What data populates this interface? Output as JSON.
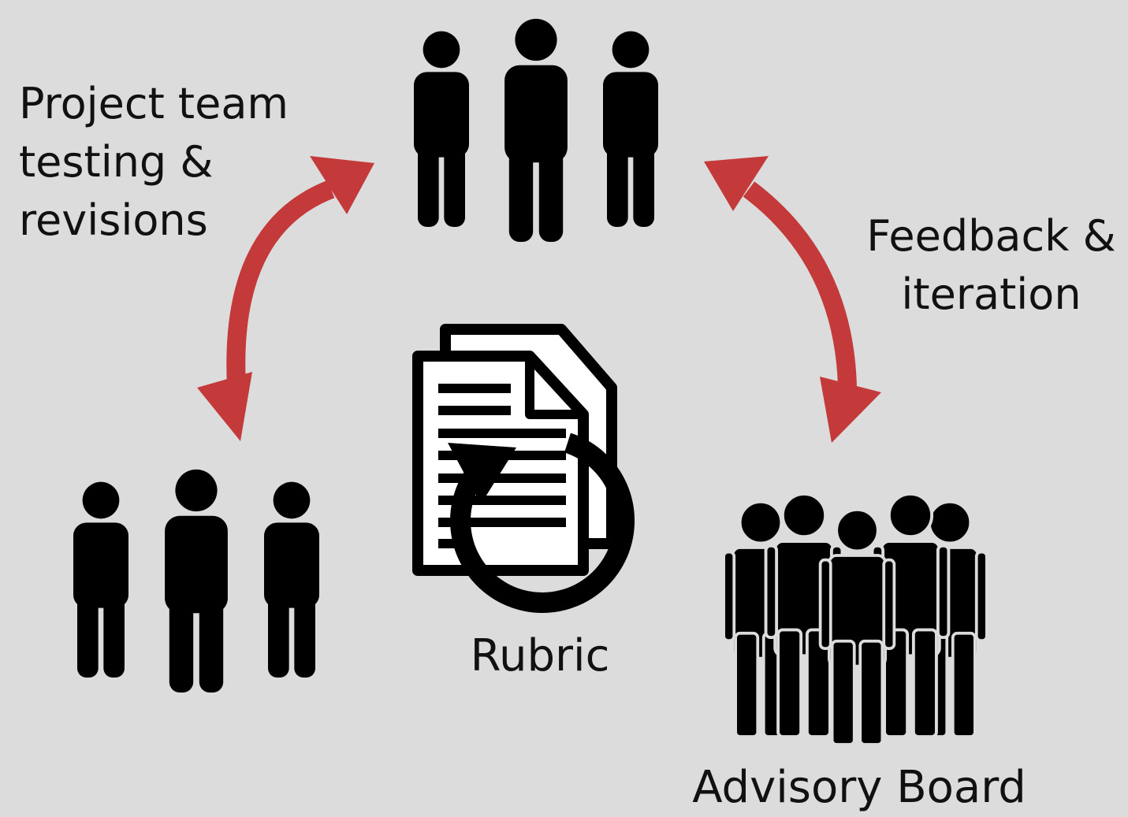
{
  "colors": {
    "background": "#dcdcdc",
    "arrow": "#c43a3a",
    "icon": "#000000",
    "document_fill": "#ffffff"
  },
  "labels": {
    "project_team": "Project team\ntesting &\nrevisions",
    "feedback": "Feedback &\niteration",
    "rubric": "Rubric",
    "advisory_board": "Advisory Board"
  },
  "icons": {
    "top_group": "people-group-icon",
    "left_group": "people-group-icon",
    "advisory_group": "crowd-icon",
    "rubric": "document-cycle-icon",
    "arrows": "double-headed-arrow-icon"
  }
}
